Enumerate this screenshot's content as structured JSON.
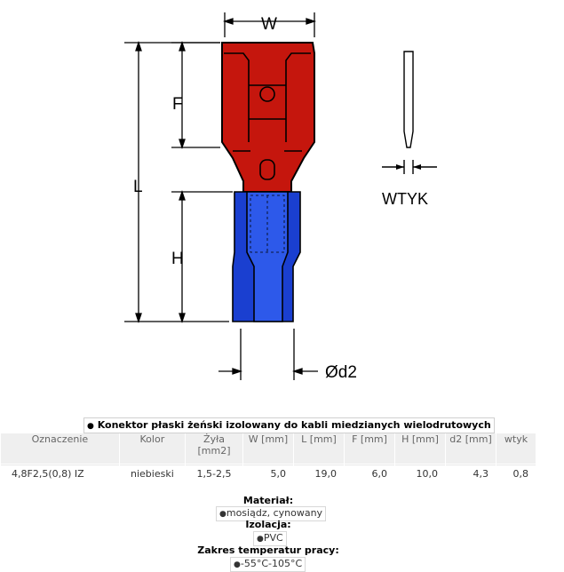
{
  "drawing": {
    "labels": {
      "w": "W",
      "f": "F",
      "l": "L",
      "h": "H",
      "d2": "Ød2",
      "wtyk": "WTYK"
    },
    "colors": {
      "sleeve": "#1a3fd0",
      "metal_fill": "#c5160d",
      "line": "#000000"
    }
  },
  "spec": {
    "title": "Konektor płaski żeński izolowany do kabli miedzianych wielodrutowych",
    "headers": [
      "Oznaczenie",
      "Kolor",
      "Żyła [mm2]",
      "W [mm]",
      "L [mm]",
      "F [mm]",
      "H [mm]",
      "d2 [mm]",
      "wtyk"
    ],
    "row": [
      "4,8F2,5(0,8) IZ",
      "niebieski",
      "1,5-2,5",
      "5,0",
      "19,0",
      "6,0",
      "10,0",
      "4,3",
      "0,8"
    ]
  },
  "properties": {
    "material_label": "Materiał:",
    "material_value": "mosiądz, cynowany",
    "insulation_label": "Izolacja:",
    "insulation_value": "PVC",
    "temp_label": "Zakres temperatur pracy:",
    "temp_value": "-55°C-105°C"
  }
}
